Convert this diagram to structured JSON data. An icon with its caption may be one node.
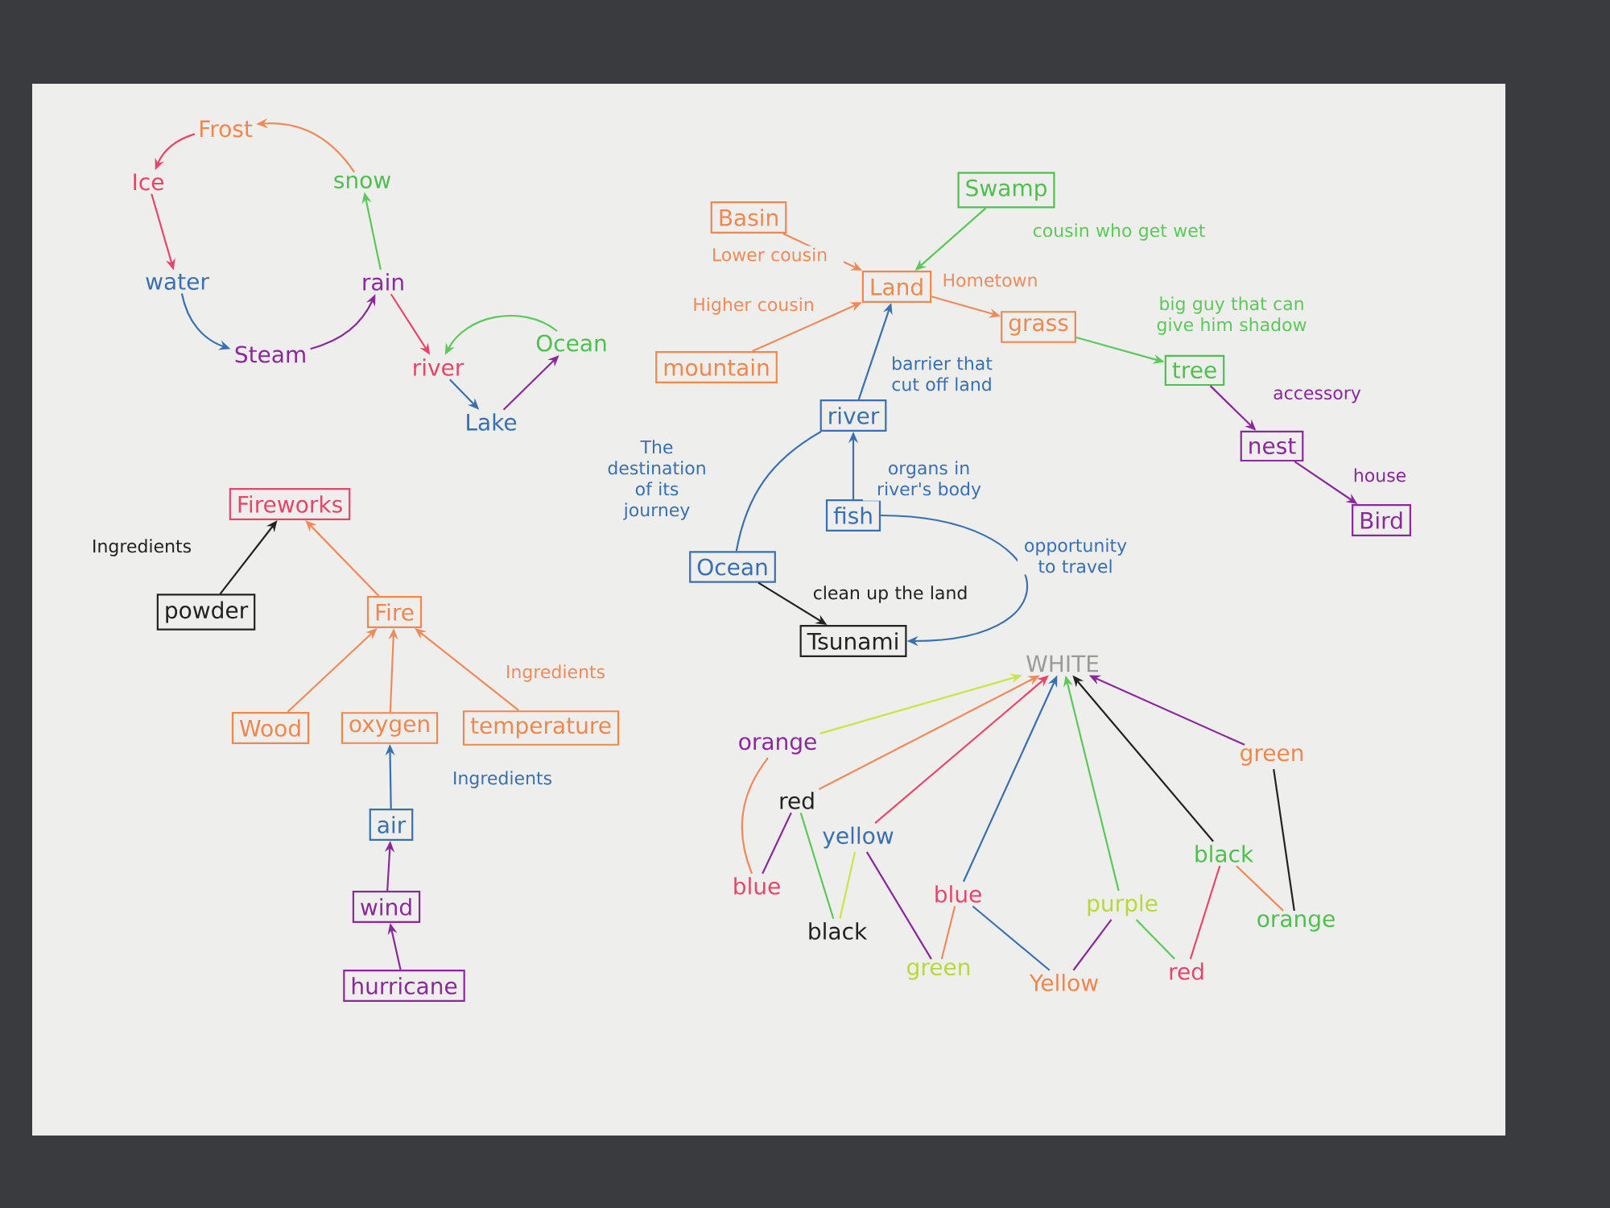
{
  "diagram": {
    "nodes": [
      {
        "text": [
          "Frost"
        ]
      },
      {
        "text": [
          "Ice"
        ]
      },
      {
        "text": [
          "water"
        ]
      },
      {
        "text": [
          "Steam"
        ]
      },
      {
        "text": [
          "rain"
        ]
      },
      {
        "text": [
          "snow"
        ]
      },
      {
        "text": [
          "river"
        ]
      },
      {
        "text": [
          "Lake"
        ]
      },
      {
        "text": [
          "Ocean"
        ]
      },
      {
        "text": [
          "Fireworks"
        ]
      },
      {
        "text": [
          "powder"
        ]
      },
      {
        "text": [
          "Fire"
        ]
      },
      {
        "text": [
          "Wood"
        ]
      },
      {
        "text": [
          "oxygen"
        ]
      },
      {
        "text": [
          "temperature"
        ]
      },
      {
        "text": [
          "air"
        ]
      },
      {
        "text": [
          "wind"
        ]
      },
      {
        "text": [
          "hurricane"
        ]
      },
      {
        "text": [
          "Basin"
        ]
      },
      {
        "text": [
          "Swamp"
        ]
      },
      {
        "text": [
          "Land"
        ]
      },
      {
        "text": [
          "grass"
        ]
      },
      {
        "text": [
          "mountain"
        ]
      },
      {
        "text": [
          "river"
        ]
      },
      {
        "text": [
          "fish"
        ]
      },
      {
        "text": [
          "Ocean"
        ]
      },
      {
        "text": [
          "Tsunami"
        ]
      },
      {
        "text": [
          "tree"
        ]
      },
      {
        "text": [
          "nest"
        ]
      },
      {
        "text": [
          "Bird"
        ]
      },
      {
        "text": [
          "WHITE"
        ]
      },
      {
        "text": [
          "orange"
        ]
      },
      {
        "text": [
          "red"
        ]
      },
      {
        "text": [
          "yellow"
        ]
      },
      {
        "text": [
          "blue"
        ]
      },
      {
        "text": [
          "black"
        ]
      },
      {
        "text": [
          "blue"
        ]
      },
      {
        "text": [
          "green"
        ]
      },
      {
        "text": [
          "purple"
        ]
      },
      {
        "text": [
          "Yellow"
        ]
      },
      {
        "text": [
          "red"
        ]
      },
      {
        "text": [
          "black"
        ]
      },
      {
        "text": [
          "green"
        ]
      },
      {
        "text": [
          "orange"
        ]
      }
    ],
    "edges": [
      {
        "from": 0,
        "to": 1,
        "arrow": "to",
        "color": "#e8456a"
      },
      {
        "from": 1,
        "to": 2,
        "arrow": "to",
        "color": "#e8456a"
      },
      {
        "from": 2,
        "to": 3,
        "arrow": "to",
        "color": "#3a6fb0"
      },
      {
        "from": 3,
        "to": 4,
        "arrow": "to",
        "color": "#8a2a9a"
      },
      {
        "from": 4,
        "to": 5,
        "arrow": "to",
        "color": "#5cc85a"
      },
      {
        "from": 5,
        "to": 0,
        "arrow": "to",
        "color": "#f08a5a"
      },
      {
        "from": 4,
        "to": 6,
        "arrow": "to",
        "color": "#e8456a"
      },
      {
        "from": 6,
        "to": 7,
        "arrow": "to",
        "color": "#3a6fb0"
      },
      {
        "from": 7,
        "to": 8,
        "arrow": "to",
        "color": "#8a2a9a"
      },
      {
        "from": 8,
        "to": 6,
        "arrow": "to",
        "color": "#5cc85a"
      },
      {
        "from": 10,
        "to": 9,
        "arrow": "to",
        "color": "#222222",
        "label": "Ingredients"
      },
      {
        "from": 11,
        "to": 9,
        "arrow": "to",
        "color": "#f08a5a"
      },
      {
        "from": 12,
        "to": 11,
        "arrow": "to",
        "color": "#f08a5a"
      },
      {
        "from": 13,
        "to": 11,
        "arrow": "to",
        "color": "#f08a5a"
      },
      {
        "from": 14,
        "to": 11,
        "arrow": "to",
        "color": "#f08a5a",
        "label": "Ingredients"
      },
      {
        "from": 15,
        "to": 13,
        "arrow": "to",
        "color": "#3a6fb0",
        "label": "Ingredients"
      },
      {
        "from": 16,
        "to": 15,
        "arrow": "to",
        "color": "#8a2a9a"
      },
      {
        "from": 17,
        "to": 16,
        "arrow": "to",
        "color": "#8a2a9a"
      },
      {
        "from": 18,
        "to": 20,
        "arrow": "to",
        "color": "#f08a5a",
        "label": "Lower cousin"
      },
      {
        "from": 19,
        "to": 20,
        "arrow": "to",
        "color": "#5cc85a",
        "label": "cousin who get wet"
      },
      {
        "from": 22,
        "to": 20,
        "arrow": "to",
        "color": "#f08a5a",
        "label": "Higher cousin"
      },
      {
        "from": 20,
        "to": 21,
        "arrow": "to",
        "color": "#f08a5a",
        "label": "Hometown"
      },
      {
        "from": 23,
        "to": 20,
        "arrow": "to",
        "color": "#3a6fb0",
        "label": "barrier that cut off land"
      },
      {
        "from": 24,
        "to": 23,
        "arrow": "to",
        "color": "#3a6fb0",
        "label": "organs in river's body"
      },
      {
        "from": 23,
        "to": 25,
        "arrow": "none",
        "color": "#3a6fb0",
        "label": "The destination of its journey"
      },
      {
        "from": 25,
        "to": 26,
        "arrow": "to",
        "color": "#222222",
        "label": "clean up the land"
      },
      {
        "from": 24,
        "to": 26,
        "arrow": "to",
        "color": "#3a6fb0",
        "label": "opportunity to travel"
      },
      {
        "from": 21,
        "to": 27,
        "arrow": "to",
        "color": "#5cc85a",
        "label": "big guy that can give him shadow"
      },
      {
        "from": 27,
        "to": 28,
        "arrow": "to",
        "color": "#8a2a9a",
        "label": "accessory"
      },
      {
        "from": 28,
        "to": 29,
        "arrow": "to",
        "color": "#8a2a9a",
        "label": "house"
      },
      {
        "from": 31,
        "to": 30,
        "arrow": "to",
        "color": "#c8e64a"
      },
      {
        "from": 32,
        "to": 30,
        "arrow": "to",
        "color": "#f08a5a"
      },
      {
        "from": 33,
        "to": 30,
        "arrow": "to",
        "color": "#e8456a"
      },
      {
        "from": 36,
        "to": 30,
        "arrow": "to",
        "color": "#3a6fb0"
      },
      {
        "from": 38,
        "to": 30,
        "arrow": "to",
        "color": "#5cc85a"
      },
      {
        "from": 41,
        "to": 30,
        "arrow": "to",
        "color": "#222222"
      },
      {
        "from": 42,
        "to": 30,
        "arrow": "to",
        "color": "#8a2a9a"
      },
      {
        "from": 31,
        "to": 34,
        "arrow": "none",
        "color": "#f08a5a"
      },
      {
        "from": 32,
        "to": 34,
        "arrow": "none",
        "color": "#8a2a9a"
      },
      {
        "from": 32,
        "to": 35,
        "arrow": "none",
        "color": "#5cc85a"
      },
      {
        "from": 33,
        "to": 35,
        "arrow": "none",
        "color": "#c8e64a"
      },
      {
        "from": 33,
        "to": 37,
        "arrow": "none",
        "color": "#8a2a9a"
      },
      {
        "from": 36,
        "to": 37,
        "arrow": "none",
        "color": "#f08a5a"
      },
      {
        "from": 36,
        "to": 39,
        "arrow": "none",
        "color": "#3a6fb0"
      },
      {
        "from": 39,
        "to": 38,
        "arrow": "none",
        "color": "#8a2a9a"
      },
      {
        "from": 38,
        "to": 40,
        "arrow": "none",
        "color": "#5cc85a"
      },
      {
        "from": 40,
        "to": 41,
        "arrow": "none",
        "color": "#e8456a"
      },
      {
        "from": 41,
        "to": 43,
        "arrow": "none",
        "color": "#f08a5a"
      },
      {
        "from": 42,
        "to": 43,
        "arrow": "none",
        "color": "#222222"
      }
    ]
  }
}
